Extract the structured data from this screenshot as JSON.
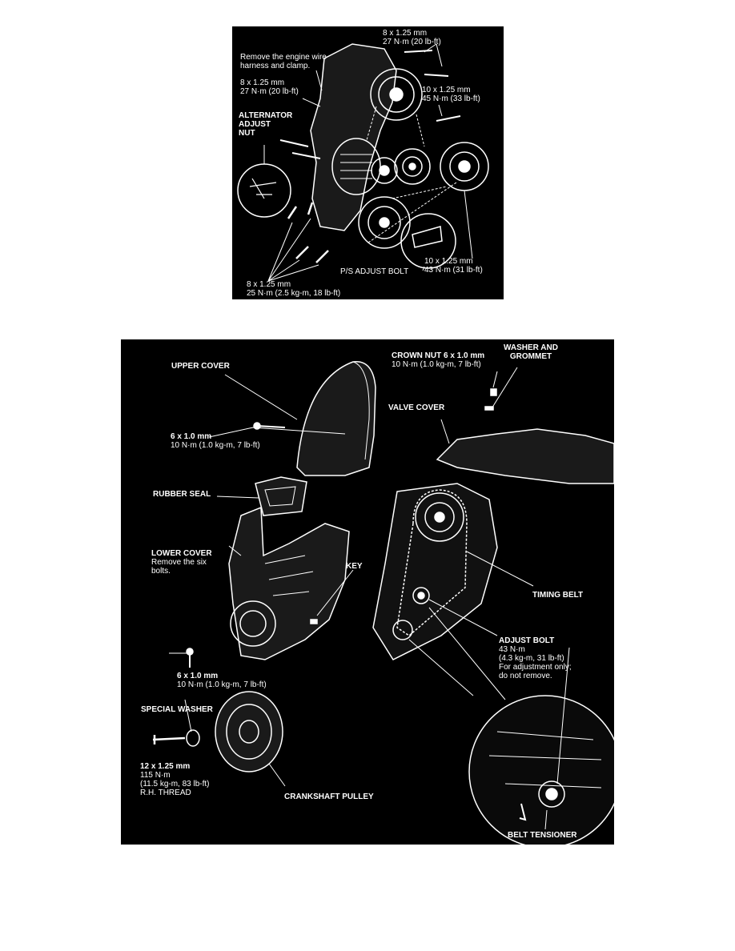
{
  "top_diagram": {
    "labels": {
      "bolt_top_1": "8 x 1.25 mm",
      "bolt_top_2": "27 N·m (20 lb-ft)",
      "harness_1": "Remove the engine wire",
      "harness_2": "harness and clamp.",
      "bolt_left_1": "8 x 1.25 mm",
      "bolt_left_2": "27 N·m (20 lb-ft)",
      "bolt_right_1": "10 x 1.25 mm",
      "bolt_right_2": "45 N·m (33 lb-ft)",
      "alt_1": "ALTERNATOR",
      "alt_2": "ADJUST",
      "alt_3": "NUT",
      "bolt_br_1": "10 x 1.25 mm",
      "bolt_br_2": "43 N·m (31 lb-ft)",
      "ps_adjust": "P/S ADJUST BOLT",
      "bolt_bottom_1": "8 x 1.25 mm",
      "bolt_bottom_2": "25 N·m (2.5 kg-m, 18 lb-ft)"
    }
  },
  "bottom_diagram": {
    "labels": {
      "crown_1": "CROWN NUT 6 x 1.0 mm",
      "crown_2": "10 N·m (1.0 kg-m, 7 lb-ft)",
      "washer_1": "WASHER AND",
      "washer_2": "GROMMET",
      "upper_cover": "UPPER COVER",
      "valve_cover": "VALVE COVER",
      "bolt_upper_1": "6 x 1.0 mm",
      "bolt_upper_2": "10 N·m (1.0 kg-m, 7 lb-ft)",
      "rubber_seal": "RUBBER SEAL",
      "lower_cover_1": "LOWER COVER",
      "lower_cover_2": "Remove the six",
      "lower_cover_3": "bolts.",
      "key": "KEY",
      "timing_belt": "TIMING BELT",
      "adjust_1": "ADJUST BOLT",
      "adjust_2": "43 N·m",
      "adjust_3": "(4.3 kg-m, 31 lb-ft)",
      "adjust_4": "For adjustment only;",
      "adjust_5": "do not remove.",
      "bolt_lower_1": "6 x 1.0 mm",
      "bolt_lower_2": "10 N·m (1.0 kg-m, 7 lb-ft)",
      "special_washer": "SPECIAL WASHER",
      "crank_bolt_1": "12 x 1.25 mm",
      "crank_bolt_2": "115 N·m",
      "crank_bolt_3": "(11.5 kg-m, 83 lb-ft)",
      "crank_bolt_4": "R.H. THREAD",
      "crank_pulley": "CRANKSHAFT PULLEY",
      "belt_tensioner": "BELT TENSIONER"
    }
  }
}
